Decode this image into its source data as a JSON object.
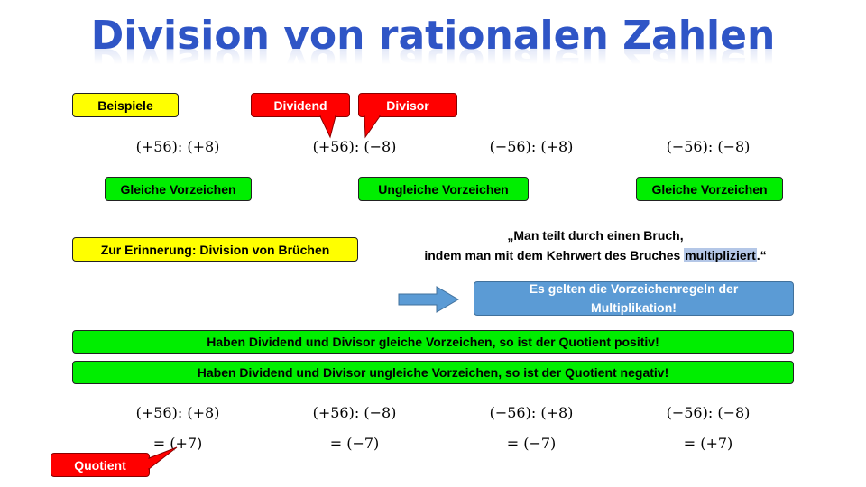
{
  "title": "Division von rationalen Zahlen",
  "labels": {
    "examples": "Beispiele",
    "dividend": "Dividend",
    "divisor": "Divisor",
    "quotient": "Quotient",
    "reminder": "Zur Erinnerung: Division von Brüchen",
    "same_signs": "Gleiche Vorzeichen",
    "different_signs": "Ungleiche Vorzeichen"
  },
  "examples_top": [
    "(+56): (+8)",
    "(+56): (−8)",
    "(−56): (+8)",
    "(−56): (−8)"
  ],
  "quote": {
    "line1": "„Man teilt durch einen Bruch,",
    "line2_pre": "indem man mit dem Kehrwert des Bruches ",
    "line2_highlight": "multipliziert",
    "line2_post": ".“"
  },
  "sign_rule": {
    "line1": "Es gelten die Vorzeichenregeln der",
    "line2": "Multiplikation!"
  },
  "rules": {
    "positive": "Haben Dividend und Divisor gleiche Vorzeichen, so ist der Quotient positiv!",
    "negative": "Haben Dividend und Divisor ungleiche Vorzeichen, so ist der Quotient negativ!"
  },
  "examples_bottom": [
    "(+56): (+8)",
    "(+56): (−8)",
    "(−56): (+8)",
    "(−56): (−8)"
  ],
  "results": [
    "= (+7)",
    "= (−7)",
    "= (−7)",
    "= (+7)"
  ],
  "colors": {
    "title": "#2f55c6",
    "yellow": "#ffff00",
    "green": "#00ee00",
    "red": "#ff0000",
    "blue": "#5b9bd5",
    "highlight": "#b4c7e7",
    "arrow": "#5b9bd5"
  }
}
